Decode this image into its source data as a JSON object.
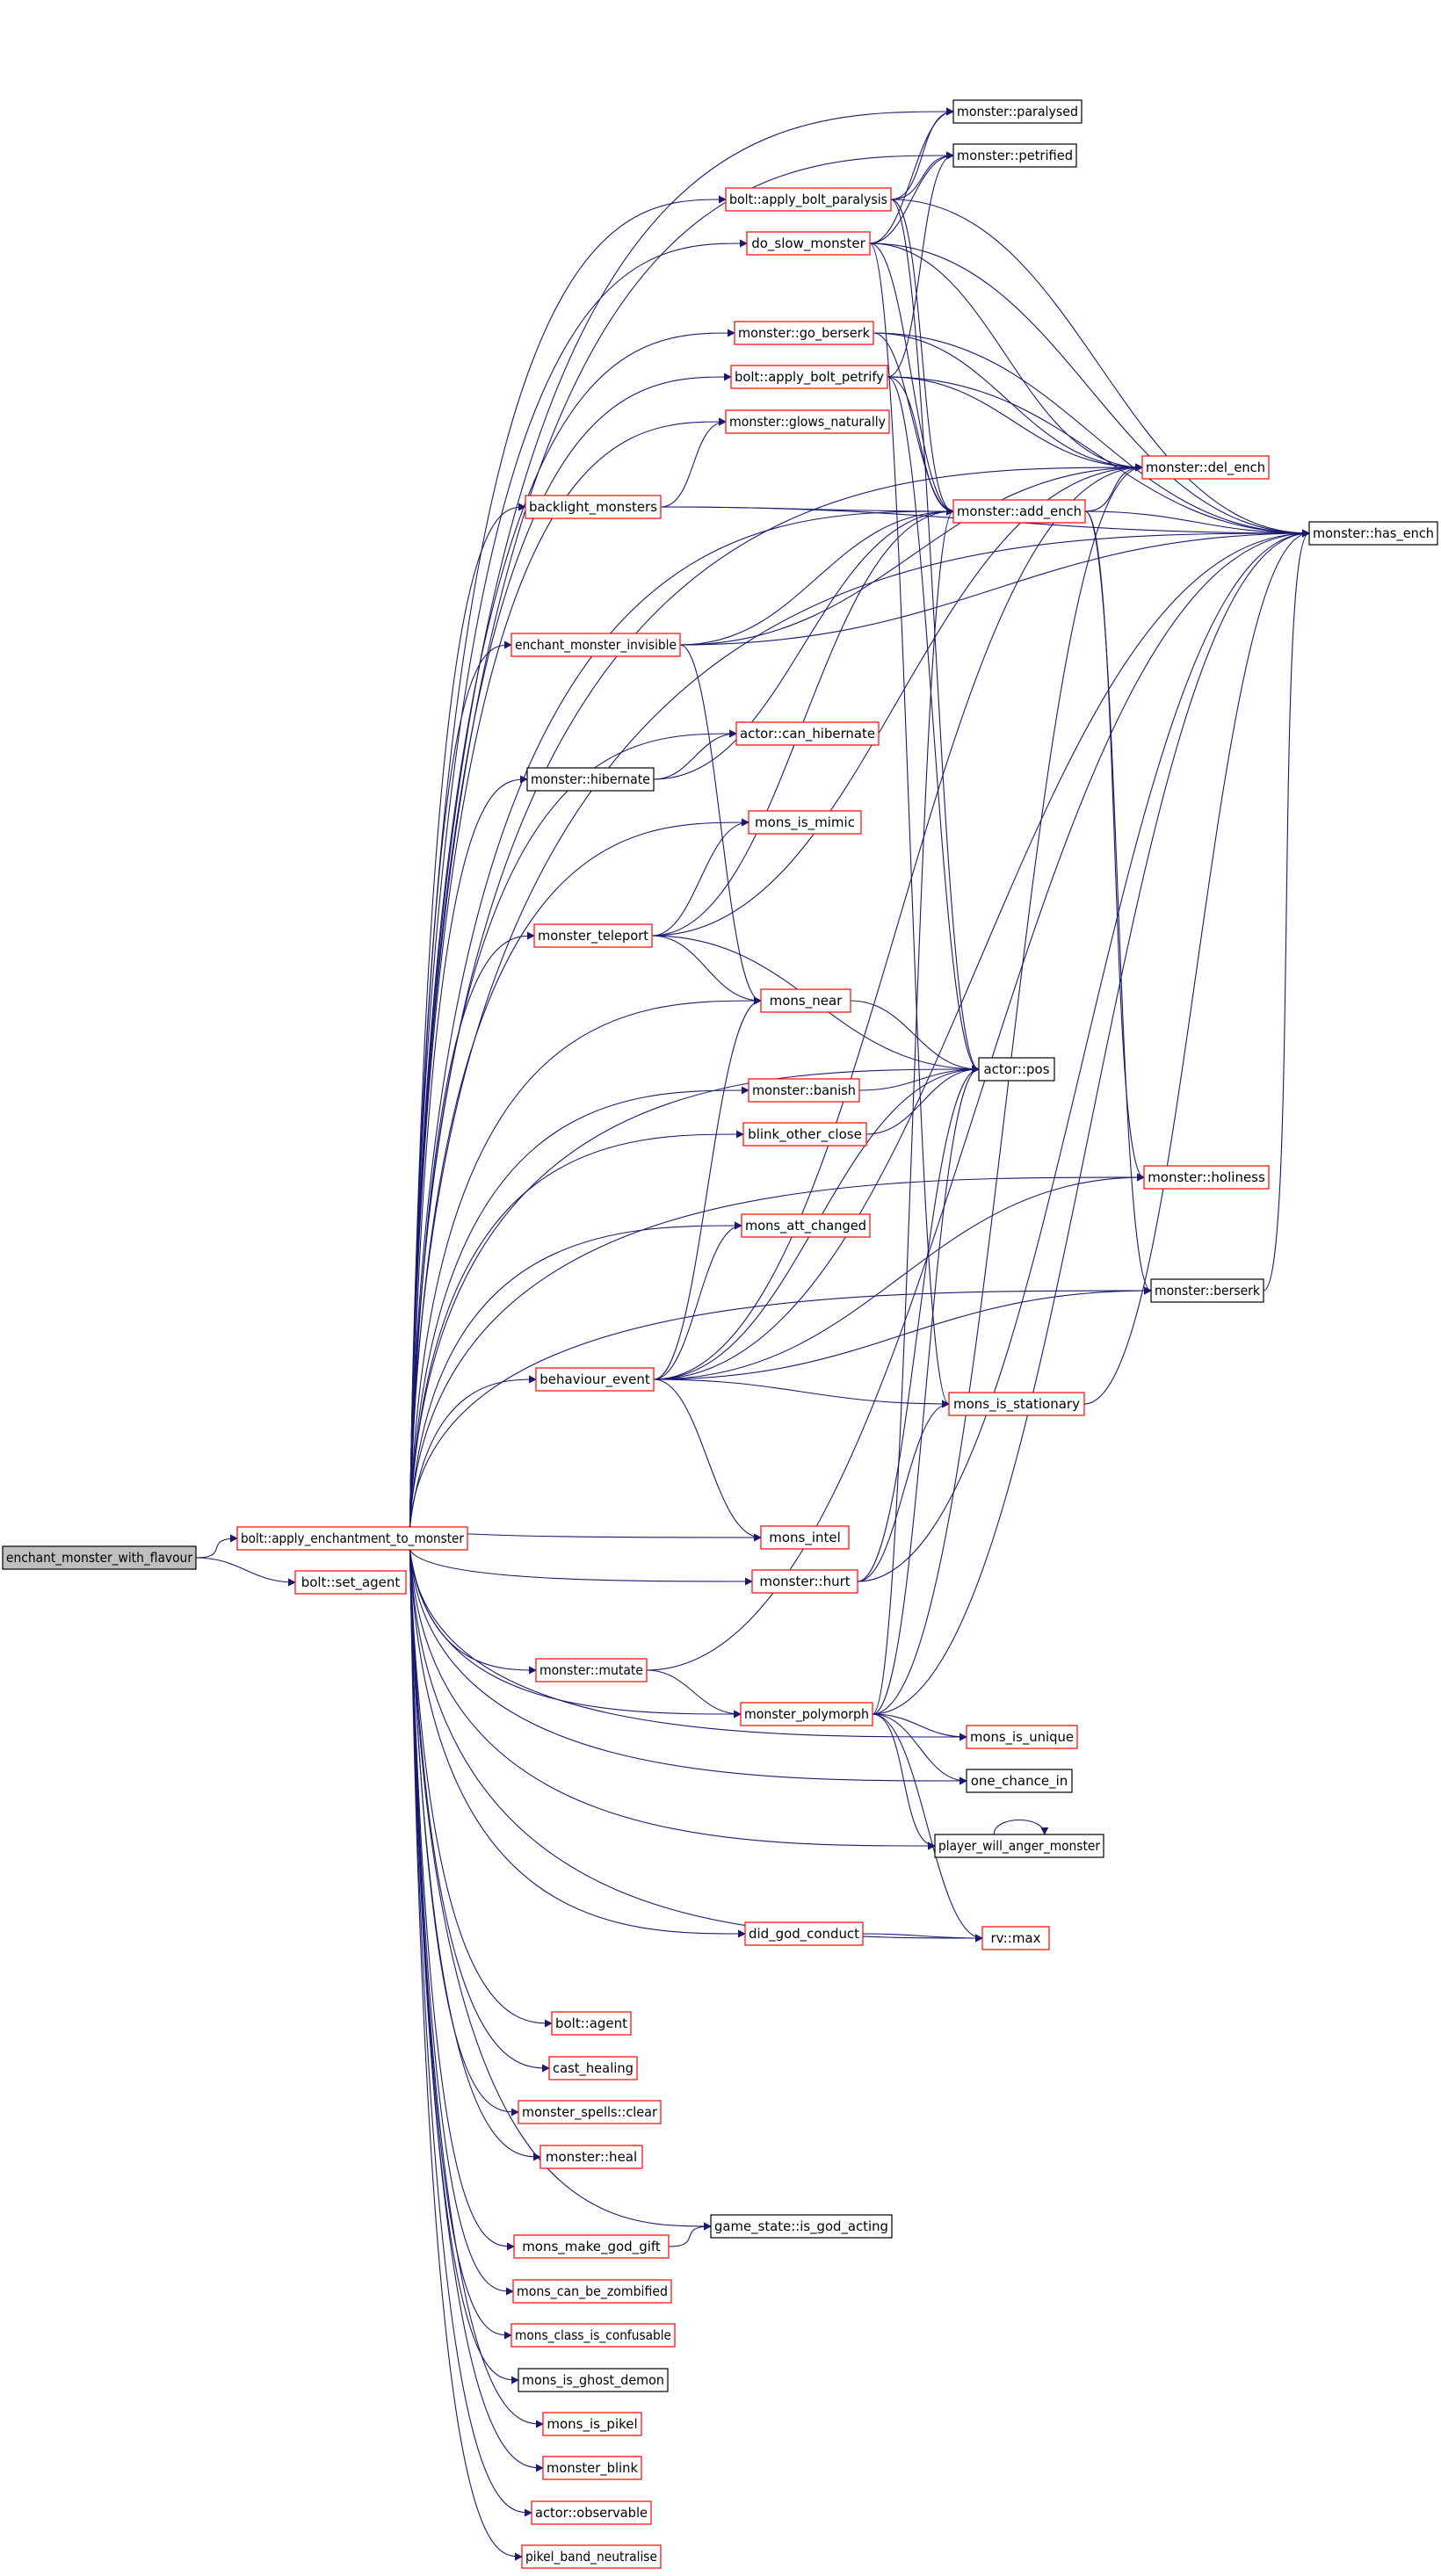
{
  "diagram": {
    "colors": {
      "edge": "#191970",
      "border_normal": "#000000",
      "border_linked": "#ff0000",
      "fill_root": "#bfbfbf",
      "fill_normal": "#ffffff"
    },
    "nodes": [
      {
        "id": "enchant_monster_with_flavour",
        "label": "enchant_monster_with_flavour",
        "style": "root"
      },
      {
        "id": "apply_ench",
        "label": "bolt::apply_enchantment_to_monster",
        "style": "red"
      },
      {
        "id": "set_agent",
        "label": "bolt::set_agent",
        "style": "red"
      },
      {
        "id": "paralysed",
        "label": "monster::paralysed",
        "style": "black"
      },
      {
        "id": "petrified",
        "label": "monster::petrified",
        "style": "black"
      },
      {
        "id": "bolt_paralysis",
        "label": "bolt::apply_bolt_paralysis",
        "style": "red"
      },
      {
        "id": "do_slow",
        "label": "do_slow_monster",
        "style": "red"
      },
      {
        "id": "go_berserk",
        "label": "monster::go_berserk",
        "style": "red"
      },
      {
        "id": "bolt_petrify",
        "label": "bolt::apply_bolt_petrify",
        "style": "red"
      },
      {
        "id": "glows",
        "label": "monster::glows_naturally",
        "style": "red"
      },
      {
        "id": "backlight",
        "label": "backlight_monsters",
        "style": "red"
      },
      {
        "id": "add_ench",
        "label": "monster::add_ench",
        "style": "red"
      },
      {
        "id": "del_ench",
        "label": "monster::del_ench",
        "style": "red"
      },
      {
        "id": "has_ench",
        "label": "monster::has_ench",
        "style": "black"
      },
      {
        "id": "invisible",
        "label": "enchant_monster_invisible",
        "style": "red"
      },
      {
        "id": "can_hibernate",
        "label": "actor::can_hibernate",
        "style": "red"
      },
      {
        "id": "hibernate",
        "label": "monster::hibernate",
        "style": "black"
      },
      {
        "id": "mimic",
        "label": "mons_is_mimic",
        "style": "red"
      },
      {
        "id": "teleport",
        "label": "monster_teleport",
        "style": "red"
      },
      {
        "id": "near",
        "label": "mons_near",
        "style": "red"
      },
      {
        "id": "pos",
        "label": "actor::pos",
        "style": "black"
      },
      {
        "id": "banish",
        "label": "monster::banish",
        "style": "red"
      },
      {
        "id": "blink_close",
        "label": "blink_other_close",
        "style": "red"
      },
      {
        "id": "holiness",
        "label": "monster::holiness",
        "style": "red"
      },
      {
        "id": "att_changed",
        "label": "mons_att_changed",
        "style": "red"
      },
      {
        "id": "berserk",
        "label": "monster::berserk",
        "style": "black"
      },
      {
        "id": "behaviour",
        "label": "behaviour_event",
        "style": "red"
      },
      {
        "id": "stationary",
        "label": "mons_is_stationary",
        "style": "red"
      },
      {
        "id": "intel",
        "label": "mons_intel",
        "style": "red"
      },
      {
        "id": "hurt",
        "label": "monster::hurt",
        "style": "red"
      },
      {
        "id": "mutate",
        "label": "monster::mutate",
        "style": "red"
      },
      {
        "id": "polymorph",
        "label": "monster_polymorph",
        "style": "red"
      },
      {
        "id": "unique",
        "label": "mons_is_unique",
        "style": "red"
      },
      {
        "id": "one_chance",
        "label": "one_chance_in",
        "style": "black"
      },
      {
        "id": "anger",
        "label": "player_will_anger_monster",
        "style": "black"
      },
      {
        "id": "god_conduct",
        "label": "did_god_conduct",
        "style": "red"
      },
      {
        "id": "max",
        "label": "rv::max",
        "style": "red"
      },
      {
        "id": "agent",
        "label": "bolt::agent",
        "style": "red"
      },
      {
        "id": "cast_healing",
        "label": "cast_healing",
        "style": "red"
      },
      {
        "id": "spells_clear",
        "label": "monster_spells::clear",
        "style": "red"
      },
      {
        "id": "heal",
        "label": "monster::heal",
        "style": "red"
      },
      {
        "id": "god_acting",
        "label": "game_state::is_god_acting",
        "style": "black"
      },
      {
        "id": "god_gift",
        "label": "mons_make_god_gift",
        "style": "red"
      },
      {
        "id": "zombified",
        "label": "mons_can_be_zombified",
        "style": "red"
      },
      {
        "id": "confusable",
        "label": "mons_class_is_confusable",
        "style": "red"
      },
      {
        "id": "ghost_demon",
        "label": "mons_is_ghost_demon",
        "style": "black"
      },
      {
        "id": "pikel",
        "label": "mons_is_pikel",
        "style": "red"
      },
      {
        "id": "mblink",
        "label": "monster_blink",
        "style": "red"
      },
      {
        "id": "observable",
        "label": "actor::observable",
        "style": "red"
      },
      {
        "id": "pikel_band",
        "label": "pikel_band_neutralise",
        "style": "red"
      }
    ],
    "edges": [
      [
        "enchant_monster_with_flavour",
        "apply_ench"
      ],
      [
        "enchant_monster_with_flavour",
        "set_agent"
      ],
      [
        "apply_ench",
        "paralysed"
      ],
      [
        "apply_ench",
        "petrified"
      ],
      [
        "apply_ench",
        "bolt_paralysis"
      ],
      [
        "apply_ench",
        "do_slow"
      ],
      [
        "apply_ench",
        "go_berserk"
      ],
      [
        "apply_ench",
        "bolt_petrify"
      ],
      [
        "apply_ench",
        "glows"
      ],
      [
        "apply_ench",
        "backlight"
      ],
      [
        "apply_ench",
        "add_ench"
      ],
      [
        "apply_ench",
        "del_ench"
      ],
      [
        "apply_ench",
        "has_ench"
      ],
      [
        "apply_ench",
        "invisible"
      ],
      [
        "apply_ench",
        "can_hibernate"
      ],
      [
        "apply_ench",
        "hibernate"
      ],
      [
        "apply_ench",
        "mimic"
      ],
      [
        "apply_ench",
        "teleport"
      ],
      [
        "apply_ench",
        "near"
      ],
      [
        "apply_ench",
        "pos"
      ],
      [
        "apply_ench",
        "banish"
      ],
      [
        "apply_ench",
        "blink_close"
      ],
      [
        "apply_ench",
        "holiness"
      ],
      [
        "apply_ench",
        "att_changed"
      ],
      [
        "apply_ench",
        "behaviour"
      ],
      [
        "apply_ench",
        "intel"
      ],
      [
        "apply_ench",
        "hurt"
      ],
      [
        "apply_ench",
        "berserk"
      ],
      [
        "apply_ench",
        "mutate"
      ],
      [
        "apply_ench",
        "polymorph"
      ],
      [
        "apply_ench",
        "unique"
      ],
      [
        "apply_ench",
        "one_chance"
      ],
      [
        "apply_ench",
        "anger"
      ],
      [
        "apply_ench",
        "god_conduct"
      ],
      [
        "apply_ench",
        "max"
      ],
      [
        "apply_ench",
        "agent"
      ],
      [
        "apply_ench",
        "cast_healing"
      ],
      [
        "apply_ench",
        "spells_clear"
      ],
      [
        "apply_ench",
        "heal"
      ],
      [
        "apply_ench",
        "god_acting"
      ],
      [
        "apply_ench",
        "god_gift"
      ],
      [
        "apply_ench",
        "zombified"
      ],
      [
        "apply_ench",
        "confusable"
      ],
      [
        "apply_ench",
        "ghost_demon"
      ],
      [
        "apply_ench",
        "pikel"
      ],
      [
        "apply_ench",
        "mblink"
      ],
      [
        "apply_ench",
        "observable"
      ],
      [
        "apply_ench",
        "pikel_band"
      ],
      [
        "bolt_paralysis",
        "paralysed"
      ],
      [
        "bolt_paralysis",
        "petrified"
      ],
      [
        "bolt_paralysis",
        "add_ench"
      ],
      [
        "bolt_paralysis",
        "has_ench"
      ],
      [
        "bolt_paralysis",
        "pos"
      ],
      [
        "do_slow",
        "paralysed"
      ],
      [
        "do_slow",
        "petrified"
      ],
      [
        "do_slow",
        "add_ench"
      ],
      [
        "do_slow",
        "del_ench"
      ],
      [
        "do_slow",
        "has_ench"
      ],
      [
        "do_slow",
        "stationary"
      ],
      [
        "go_berserk",
        "add_ench"
      ],
      [
        "go_berserk",
        "del_ench"
      ],
      [
        "go_berserk",
        "has_ench"
      ],
      [
        "bolt_petrify",
        "petrified"
      ],
      [
        "bolt_petrify",
        "add_ench"
      ],
      [
        "bolt_petrify",
        "del_ench"
      ],
      [
        "bolt_petrify",
        "has_ench"
      ],
      [
        "bolt_petrify",
        "pos"
      ],
      [
        "backlight",
        "glows"
      ],
      [
        "backlight",
        "add_ench"
      ],
      [
        "backlight",
        "has_ench"
      ],
      [
        "add_ench",
        "del_ench"
      ],
      [
        "add_ench",
        "has_ench"
      ],
      [
        "add_ench",
        "holiness"
      ],
      [
        "add_ench",
        "berserk"
      ],
      [
        "invisible",
        "add_ench"
      ],
      [
        "invisible",
        "del_ench"
      ],
      [
        "invisible",
        "has_ench"
      ],
      [
        "invisible",
        "near"
      ],
      [
        "hibernate",
        "can_hibernate"
      ],
      [
        "hibernate",
        "add_ench"
      ],
      [
        "teleport",
        "mimic"
      ],
      [
        "teleport",
        "near"
      ],
      [
        "teleport",
        "pos"
      ],
      [
        "teleport",
        "add_ench"
      ],
      [
        "teleport",
        "del_ench"
      ],
      [
        "near",
        "pos"
      ],
      [
        "banish",
        "pos"
      ],
      [
        "blink_close",
        "pos"
      ],
      [
        "behaviour",
        "att_changed"
      ],
      [
        "behaviour",
        "near"
      ],
      [
        "behaviour",
        "pos"
      ],
      [
        "behaviour",
        "holiness"
      ],
      [
        "behaviour",
        "berserk"
      ],
      [
        "behaviour",
        "stationary"
      ],
      [
        "behaviour",
        "intel"
      ],
      [
        "behaviour",
        "del_ench"
      ],
      [
        "behaviour",
        "has_ench"
      ],
      [
        "stationary",
        "has_ench"
      ],
      [
        "berserk",
        "has_ench"
      ],
      [
        "hurt",
        "stationary"
      ],
      [
        "hurt",
        "pos"
      ],
      [
        "hurt",
        "has_ench"
      ],
      [
        "mutate",
        "polymorph"
      ],
      [
        "mutate",
        "has_ench"
      ],
      [
        "polymorph",
        "add_ench"
      ],
      [
        "polymorph",
        "del_ench"
      ],
      [
        "polymorph",
        "has_ench"
      ],
      [
        "polymorph",
        "pos"
      ],
      [
        "polymorph",
        "unique"
      ],
      [
        "polymorph",
        "one_chance"
      ],
      [
        "polymorph",
        "anger"
      ],
      [
        "polymorph",
        "max"
      ],
      [
        "anger",
        "anger"
      ],
      [
        "god_conduct",
        "max"
      ],
      [
        "god_gift",
        "god_acting"
      ]
    ]
  }
}
